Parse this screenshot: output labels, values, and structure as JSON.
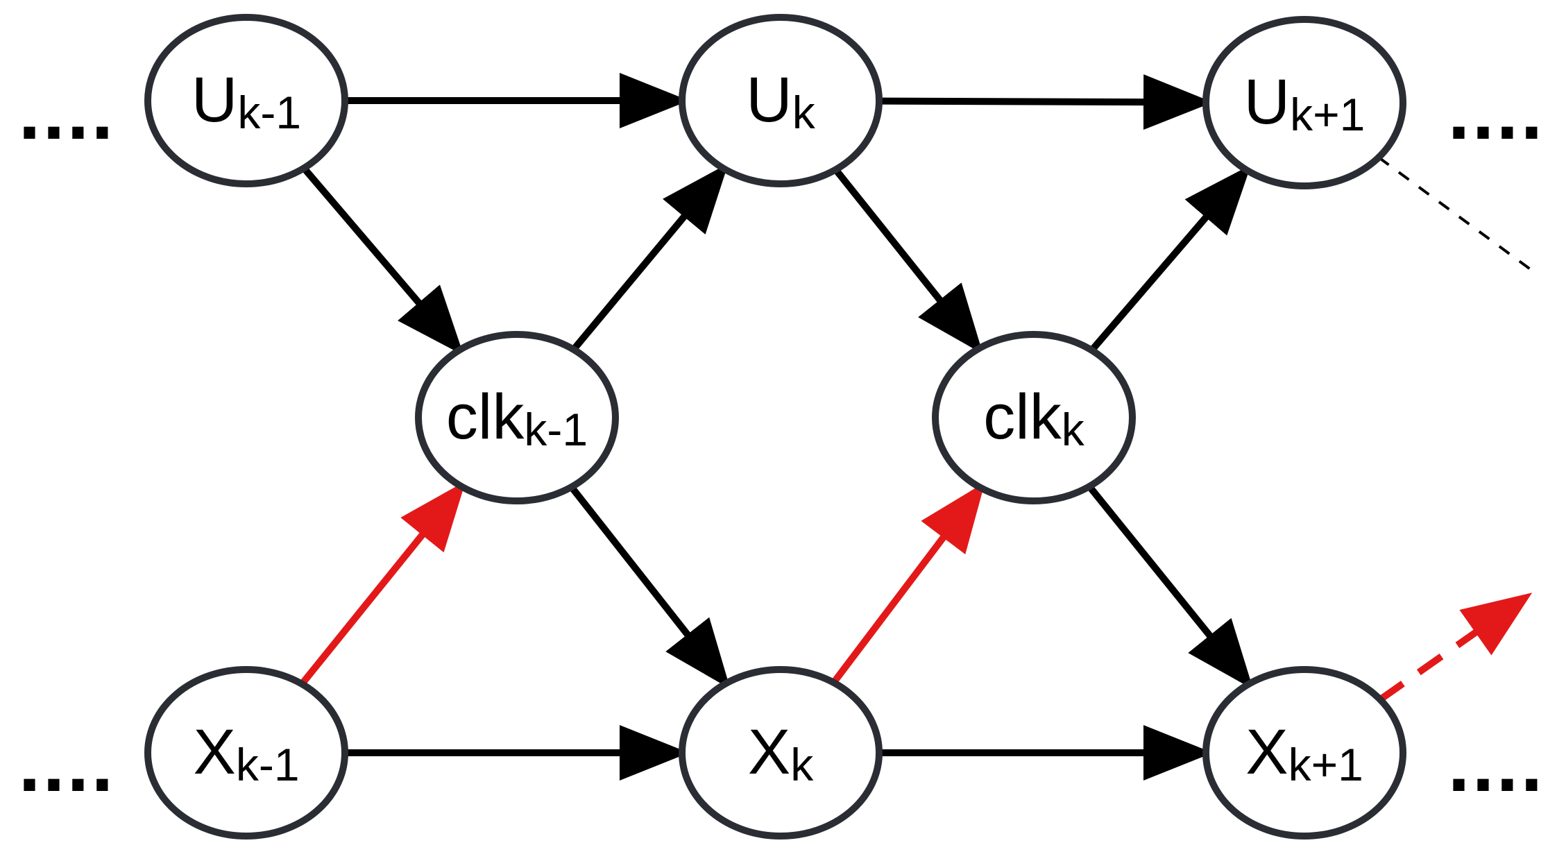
{
  "colors": {
    "node_stroke": "#2a2d33",
    "edge_black": "#000000",
    "edge_red": "#e31919"
  },
  "nodes": [
    {
      "id": "u_km1",
      "main": "U",
      "sub": "k-1"
    },
    {
      "id": "u_k",
      "main": "U",
      "sub": "k"
    },
    {
      "id": "u_kp1",
      "main": "U",
      "sub": "k+1"
    },
    {
      "id": "clk_km1",
      "main": "clk",
      "sub": "k-1"
    },
    {
      "id": "clk_k",
      "main": "clk",
      "sub": "k"
    },
    {
      "id": "x_km1",
      "main": "X",
      "sub": "k-1"
    },
    {
      "id": "x_k",
      "main": "X",
      "sub": "k"
    },
    {
      "id": "x_kp1",
      "main": "X",
      "sub": "k+1"
    }
  ],
  "edges": [
    {
      "from": "u_km1",
      "to": "u_k",
      "color": "black"
    },
    {
      "from": "u_k",
      "to": "u_kp1",
      "color": "black"
    },
    {
      "from": "u_km1",
      "to": "clk_km1",
      "color": "black"
    },
    {
      "from": "clk_km1",
      "to": "u_k",
      "color": "black"
    },
    {
      "from": "u_k",
      "to": "clk_k",
      "color": "black"
    },
    {
      "from": "clk_k",
      "to": "u_kp1",
      "color": "black"
    },
    {
      "from": "x_km1",
      "to": "clk_km1",
      "color": "red"
    },
    {
      "from": "clk_km1",
      "to": "x_k",
      "color": "black"
    },
    {
      "from": "x_km1",
      "to": "x_k",
      "color": "black"
    },
    {
      "from": "x_k",
      "to": "clk_k",
      "color": "red"
    },
    {
      "from": "clk_k",
      "to": "x_kp1",
      "color": "black"
    },
    {
      "from": "x_k",
      "to": "x_kp1",
      "color": "black"
    }
  ],
  "continuation_edges": [
    {
      "from": "u_kp1",
      "style": "dashed",
      "color": "black",
      "arrowhead": false
    },
    {
      "from": "x_kp1",
      "style": "dashed",
      "color": "red",
      "arrowhead": true
    }
  ],
  "ellipsis": {
    "top_left": "....",
    "top_right": "....",
    "bottom_left": "....",
    "bottom_right": "...."
  }
}
